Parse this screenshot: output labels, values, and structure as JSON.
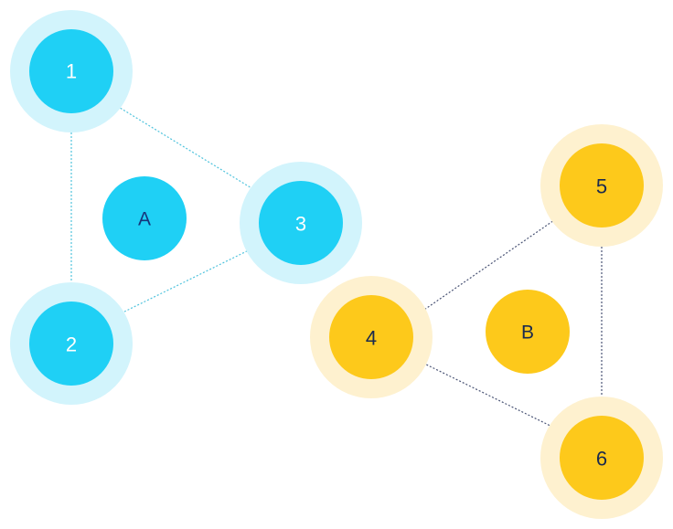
{
  "colors": {
    "blue": "#1fd0f5",
    "blue_halo": "#d2f4fc",
    "blue_edge": "#4fc3dd",
    "yellow": "#fdc91b",
    "yellow_halo": "#fef1cf",
    "yellow_edge": "#4a5475",
    "white_text": "#ffffff",
    "dark_text": "#1b2a4e",
    "hub_text_blue": "#17357a"
  },
  "groups": [
    {
      "hub": {
        "id": "A",
        "label": "A"
      },
      "color": "blue",
      "nodes": [
        {
          "id": "1",
          "label": "1"
        },
        {
          "id": "2",
          "label": "2"
        },
        {
          "id": "3",
          "label": "3"
        }
      ],
      "edges": [
        [
          "1",
          "2"
        ],
        [
          "1",
          "3"
        ],
        [
          "2",
          "3"
        ]
      ]
    },
    {
      "hub": {
        "id": "B",
        "label": "B"
      },
      "color": "yellow",
      "nodes": [
        {
          "id": "4",
          "label": "4"
        },
        {
          "id": "5",
          "label": "5"
        },
        {
          "id": "6",
          "label": "6"
        }
      ],
      "edges": [
        [
          "4",
          "5"
        ],
        [
          "4",
          "6"
        ],
        [
          "5",
          "6"
        ]
      ]
    }
  ]
}
